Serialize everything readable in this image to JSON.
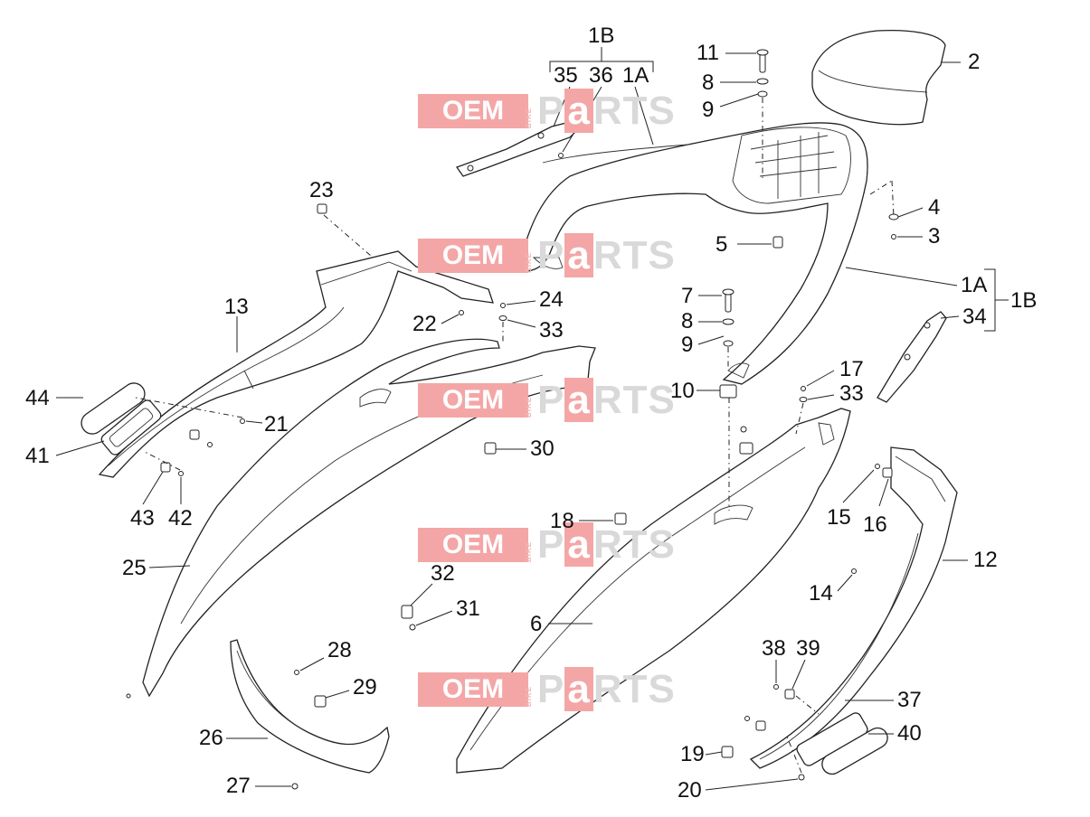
{
  "watermark": {
    "oem": "OEM",
    "bike": "BIKE",
    "parts_p": "P",
    "parts_a": "a",
    "parts_rest": "RTS"
  },
  "labels": {
    "l1B_top": "1B",
    "l35": "35",
    "l36": "36",
    "l1A_top": "1A",
    "l11": "11",
    "l8_top": "8",
    "l9_top": "9",
    "l2": "2",
    "l4": "4",
    "l3": "3",
    "l5": "5",
    "l1A_right": "1A",
    "l1B_right": "1B",
    "l34": "34",
    "l7": "7",
    "l8_mid": "8",
    "l9_mid": "9",
    "l10": "10",
    "l17": "17",
    "l33_right": "33",
    "l23": "23",
    "l24": "24",
    "l33_left": "33",
    "l22": "22",
    "l13": "13",
    "l21": "21",
    "l44": "44",
    "l41": "41",
    "l43": "43",
    "l42": "42",
    "l30": "30",
    "l18": "18",
    "l25": "25",
    "l32": "32",
    "l31": "31",
    "l6": "6",
    "l28": "28",
    "l29": "29",
    "l26": "26",
    "l27": "27",
    "l15": "15",
    "l16": "16",
    "l12": "12",
    "l14": "14",
    "l38": "38",
    "l39": "39",
    "l37": "37",
    "l40": "40",
    "l19": "19",
    "l20": "20"
  }
}
